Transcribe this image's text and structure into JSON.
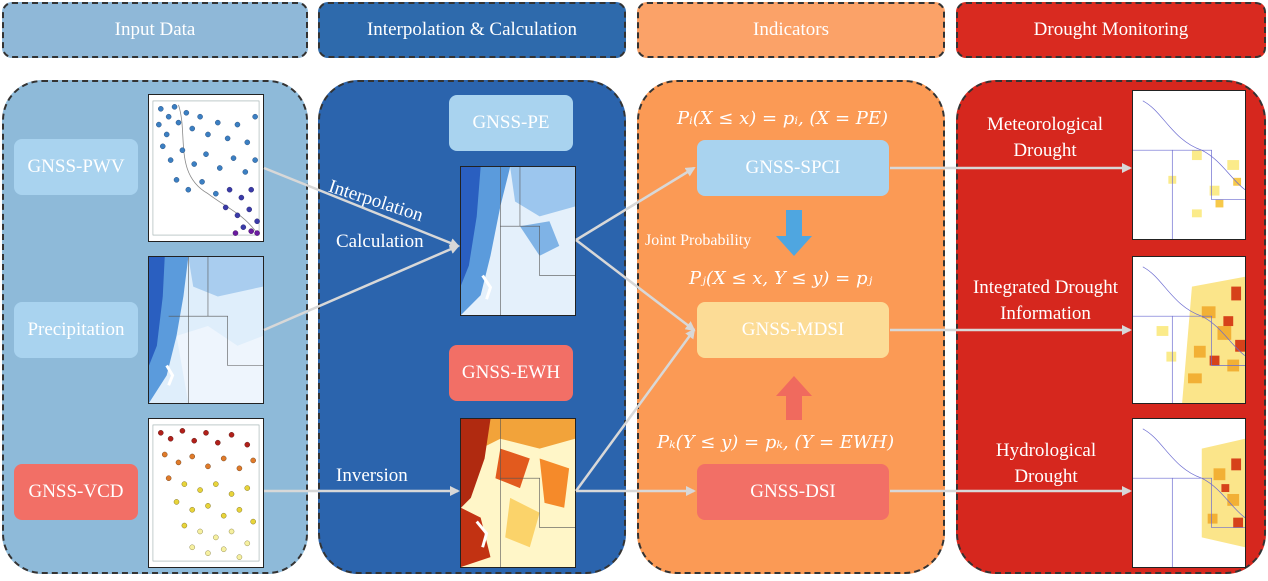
{
  "headers": {
    "input": "Input Data",
    "interp": "Interpolation & Calculation",
    "indicators": "Indicators",
    "monitoring": "Drought Monitoring"
  },
  "colors": {
    "input_header": "#8fb8d8",
    "interp_header": "#2e6aac",
    "indicators_header": "#fba268",
    "monitoring_header": "#d92a20",
    "input_panel": "#8ebad9",
    "interp_panel": "#2b64ad",
    "indicators_panel": "#fb9a55",
    "monitoring_panel": "#d6271e",
    "light_blue_box": "#a9d3ef",
    "salmon_box": "#f26f66",
    "pale_yellow_box": "#fcdc96"
  },
  "input": {
    "pwv": "GNSS-PWV",
    "precip": "Precipitation",
    "vcd": "GNSS-VCD"
  },
  "interp": {
    "pe": "GNSS-PE",
    "ewh": "GNSS-EWH",
    "label_interpolation": "Interpolation",
    "label_calculation": "Calculation",
    "label_inversion": "Inversion"
  },
  "indicators": {
    "formula_pe": "Pᵢ(X ≤ x) = pᵢ, (X = PE)",
    "spci": "GNSS-SPCI",
    "joint": "Joint Probability",
    "formula_joint": "Pⱼ(X ≤ x, Y ≤ y) = pⱼ",
    "mdsi": "GNSS-MDSI",
    "formula_ewh": "Pₖ(Y ≤ y) = pₖ, (Y = EWH)",
    "dsi": "GNSS-DSI"
  },
  "monitoring": {
    "meteo": "Meteorological Drought",
    "integrated": "Integrated Drought Information",
    "hydro": "Hydrological Drought"
  }
}
